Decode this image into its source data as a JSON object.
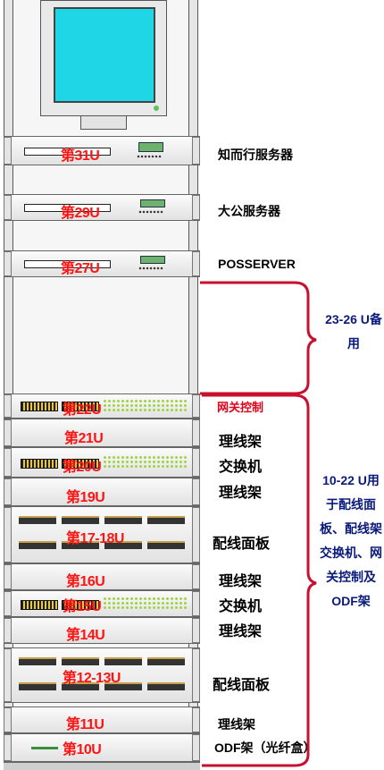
{
  "units": {
    "u31": "第31U",
    "u29": "第29U",
    "u27": "第27U",
    "u22": "第22U",
    "u21": "第21U",
    "u20": "第20U",
    "u19": "第19U",
    "u17_18": "第17-18U",
    "u16": "第16U",
    "u15": "第15U",
    "u14": "第14U",
    "u12_13": "第12-13U",
    "u11": "第11U",
    "u10": "第10U"
  },
  "devices": {
    "zhierxing": "知而行服务器",
    "dagong": "大公服务器",
    "posserver": "POSSERVER",
    "gateway": "网关控制",
    "cable1": "理线架",
    "switch1": "交换机",
    "cable2": "理线架",
    "patch1": "配线面板",
    "cable3": "理线架",
    "switch2": "交换机",
    "cable4": "理线架",
    "patch2": "配线面板",
    "cable5": "理线架",
    "odf": "ODF架（光纤盒）"
  },
  "notes": {
    "reserve": [
      "23-26 U备",
      "用"
    ],
    "usage": [
      "10-22 U用",
      "于配线面",
      "板、配线架",
      "交换机、网",
      "关控制及",
      "ODF架"
    ]
  },
  "colors": {
    "unit_label": "#ff1414",
    "gateway_label": "#e0001b",
    "brace": "#c8102e",
    "note": "#0a1a7a",
    "monitor_screen": "#1fd6e6"
  }
}
